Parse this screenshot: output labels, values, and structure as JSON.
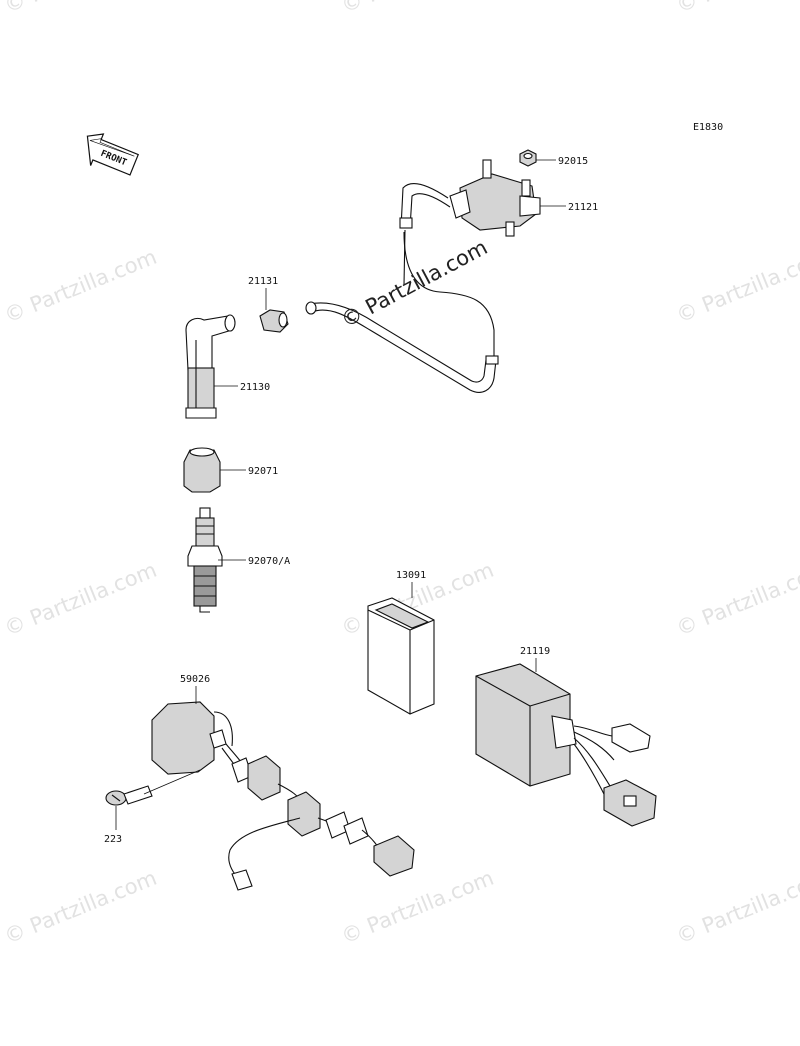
{
  "diagram": {
    "code": "E1830",
    "front_label": "FRONT",
    "watermark": "© Partzilla.com",
    "parts": [
      {
        "number": "92015"
      },
      {
        "number": "21121"
      },
      {
        "number": "21131"
      },
      {
        "number": "21130"
      },
      {
        "number": "92071"
      },
      {
        "number": "92070/A"
      },
      {
        "number": "13091"
      },
      {
        "number": "21119"
      },
      {
        "number": "59026"
      },
      {
        "number": "223"
      }
    ]
  }
}
